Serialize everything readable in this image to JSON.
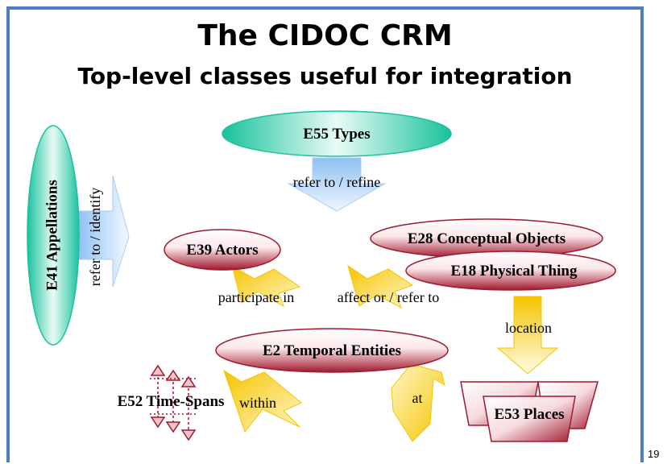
{
  "slide": {
    "title": "The CIDOC CRM",
    "subtitle": "Top-level classes useful for integration",
    "page_number": "19"
  },
  "nodes": {
    "types": "E55 Types",
    "actors": "E39 Actors",
    "conceptual": "E28 Conceptual Objects",
    "physical": "E18 Physical Thing",
    "temporal": "E2 Temporal Entities",
    "places": "E53 Places",
    "appellations": "E41 Appellations",
    "timespans": "E52 Time-Spans"
  },
  "relations": {
    "refer_refine": "refer to / refine",
    "refer_identify": "refer to / identify",
    "participate": "participate in",
    "affect": "affect or / refer to",
    "location": "location",
    "within": "within",
    "at": "at"
  },
  "colors": {
    "frame": "#4f7fc0",
    "teal": "#1fc09e",
    "crimson": "#a0192e",
    "blue_arrow": "#bcd9f7",
    "gold_arrow": "#ffd21f"
  }
}
